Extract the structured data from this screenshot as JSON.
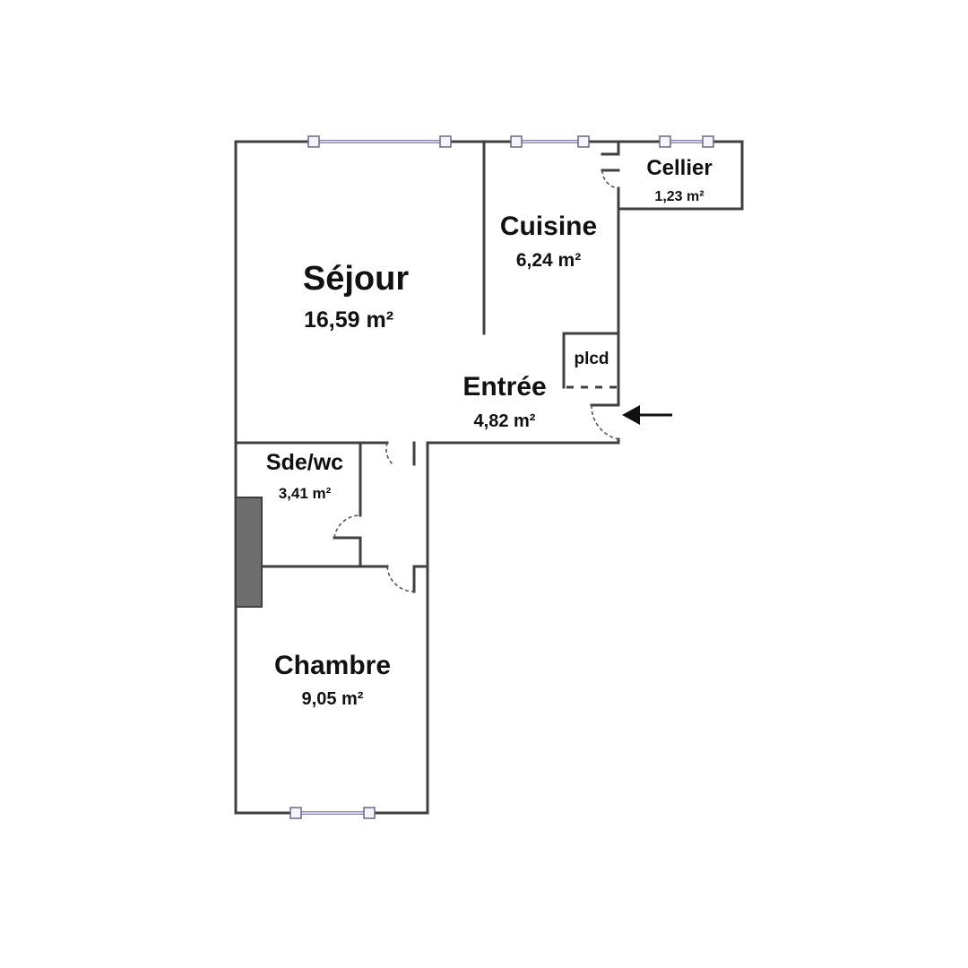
{
  "rooms": {
    "sejour": {
      "name": "Séjour",
      "area": "16,59 m²"
    },
    "cuisine": {
      "name": "Cuisine",
      "area": "6,24 m²"
    },
    "cellier": {
      "name": "Cellier",
      "area": "1,23 m²"
    },
    "entree": {
      "name": "Entrée",
      "area": "4,82 m²"
    },
    "placard": {
      "name": "plcd"
    },
    "sde_wc": {
      "name": "Sde/wc",
      "area": "3,41 m²"
    },
    "chambre": {
      "name": "Chambre",
      "area": "9,05 m²"
    }
  },
  "colors": {
    "wall": "#404040",
    "window": "#8a86b0",
    "fixture": "#6e6e6e"
  }
}
